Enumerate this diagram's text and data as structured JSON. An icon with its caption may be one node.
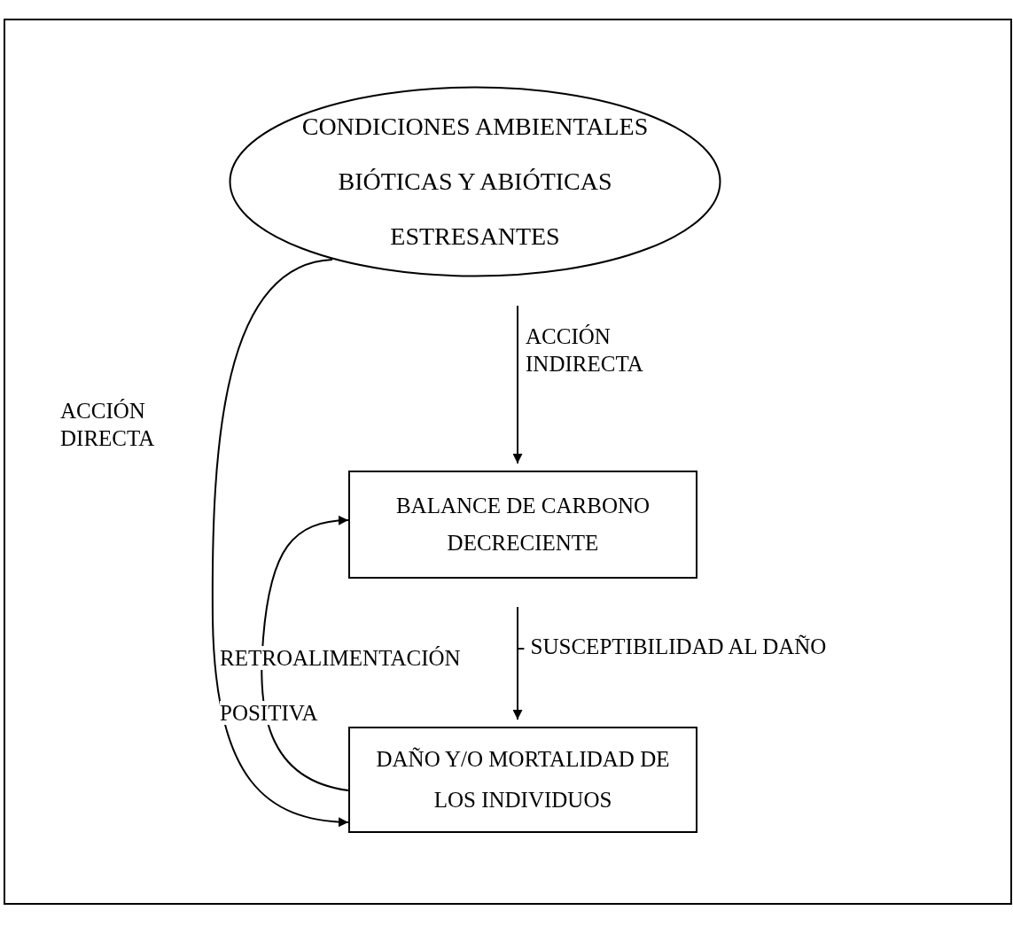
{
  "diagram": {
    "nodes": [
      {
        "text": [
          "CONDICIONES AMBIENTALES BIÓTICAS Y ABIÓTICAS ESTRESANTES"
        ]
      },
      {
        "text": [
          "BALANCE DE CARBONO DECRECIENTE"
        ]
      },
      {
        "text": [
          "DAÑO Y/O MORTALIDAD DE LOS INDIVIDUOS"
        ]
      }
    ],
    "edges": [
      {
        "from": 0,
        "to": 1,
        "arrow": "to",
        "label": "ACCIÓN INDIRECTA"
      },
      {
        "from": 1,
        "to": 2,
        "arrow": "to",
        "label": "- SUSCEPTIBILIDAD AL DAÑO"
      },
      {
        "from": 0,
        "to": 2,
        "arrow": "to",
        "label": "ACCIÓN DIRECTA"
      },
      {
        "from": 2,
        "to": 1,
        "arrow": "to",
        "label": "RETROALIMENTACIÓN POSITIVA"
      }
    ]
  }
}
